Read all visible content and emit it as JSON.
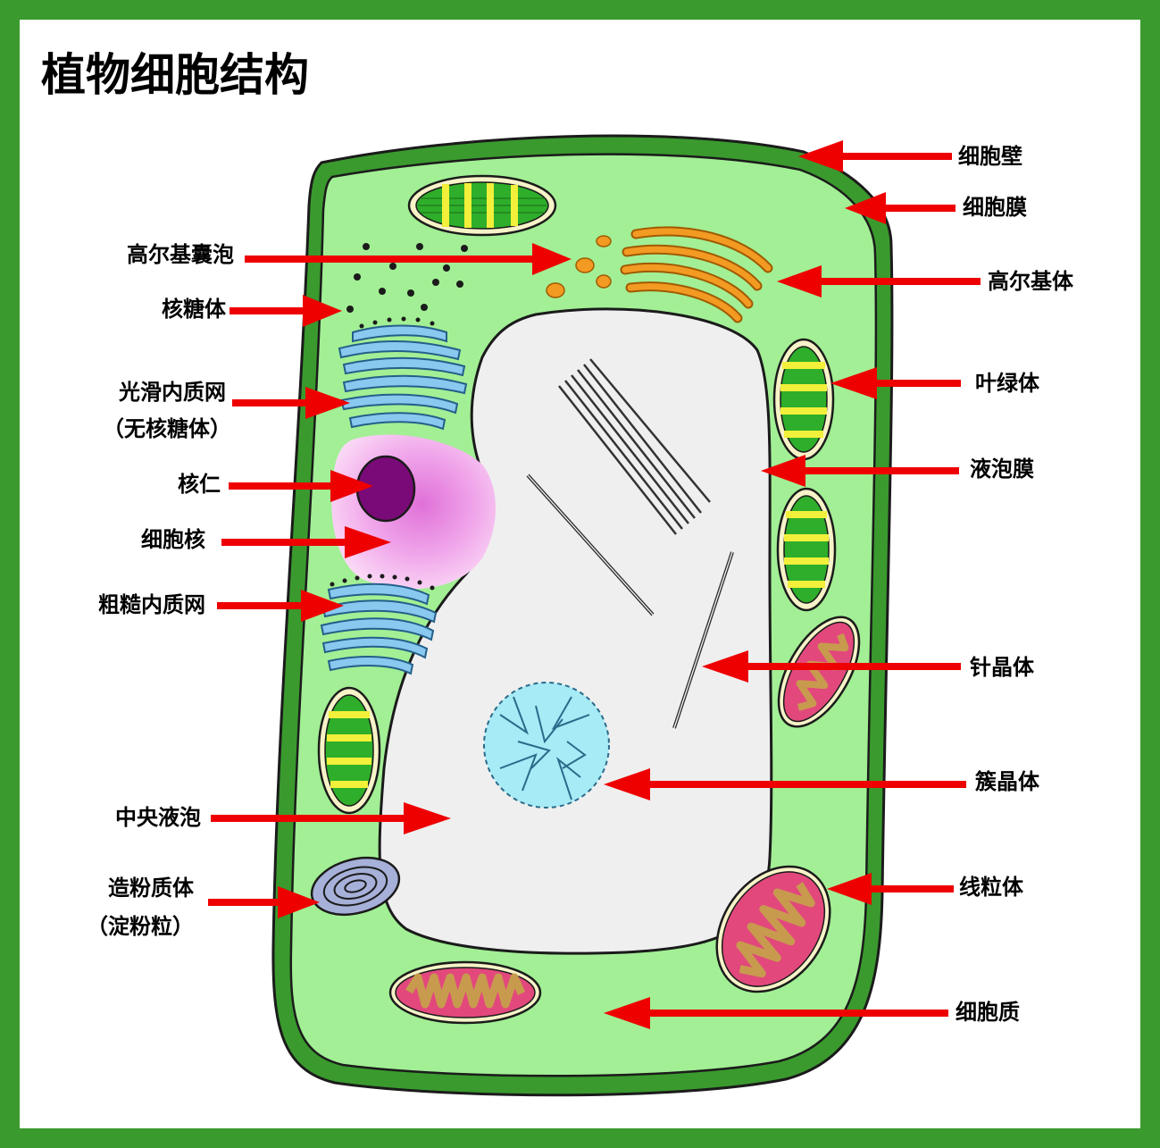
{
  "title": "植物细胞结构",
  "colors": {
    "frame": "#3a9a2e",
    "cell_wall": "#3a9a2e",
    "cytoplasm": "#a2ef95",
    "vacuole": "#efefef",
    "nucleus": "#f4a7ef",
    "nucleolus": "#7a0a78",
    "endoplasmic_reticulum": "#89c8ef",
    "golgi": "#f39a22",
    "chloroplast_stroma": "#2eae2a",
    "chloroplast_grana": "#f2f03a",
    "mitochondrion": "#e2487c",
    "mitochondrion_cristae": "#c89a4e",
    "amyloplast": "#a6b0d8",
    "druse_crystal": "#a6ebf5",
    "arrow": "#ee0000"
  },
  "labels_left": {
    "golgi_vesicle": "高尔基囊泡",
    "ribosome": "核糖体",
    "smooth_er_1": "光滑内质网",
    "smooth_er_2": "（无核糖体）",
    "nucleolus": "核仁",
    "nucleus": "细胞核",
    "rough_er": "粗糙内质网",
    "central_vacuole": "中央液泡",
    "amyloplast_1": "造粉质体",
    "amyloplast_2": "（淀粉粒）"
  },
  "labels_right": {
    "cell_wall": "细胞壁",
    "cell_membrane": "细胞膜",
    "golgi_body": "高尔基体",
    "chloroplast": "叶绿体",
    "tonoplast": "液泡膜",
    "raphide": "针晶体",
    "druse": "簇晶体",
    "mitochondrion": "线粒体",
    "cytoplasm": "细胞质"
  }
}
